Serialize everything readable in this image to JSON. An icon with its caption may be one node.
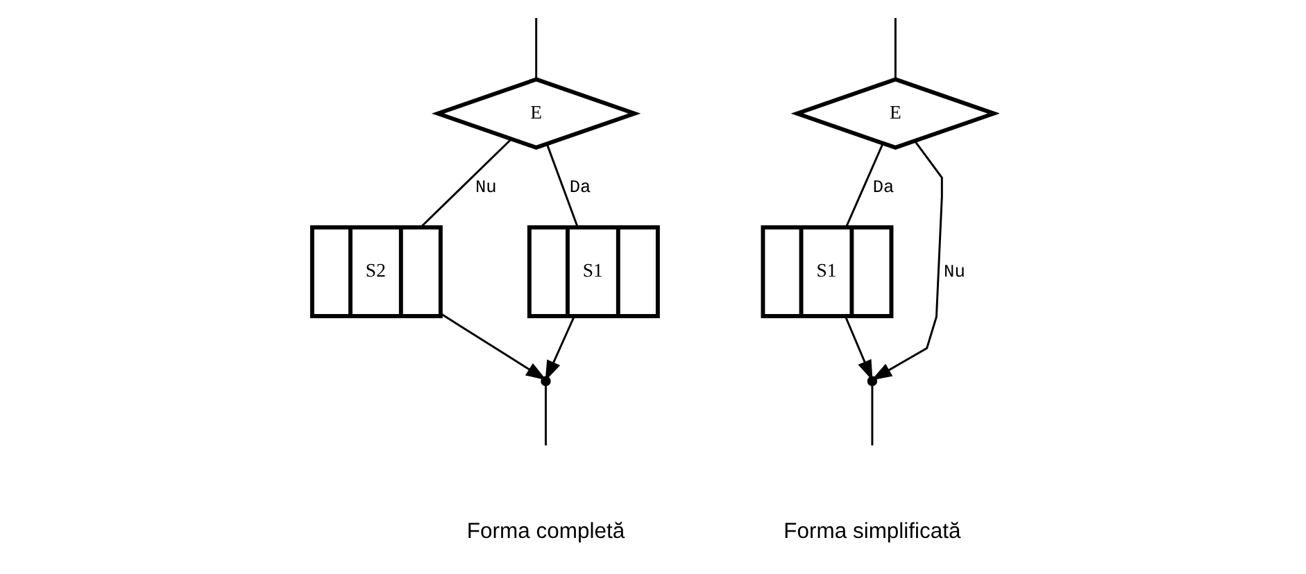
{
  "diagram": {
    "nodes": [
      {
        "text": [
          "E"
        ]
      },
      {
        "text": [
          "S2"
        ]
      },
      {
        "text": [
          "S1"
        ]
      },
      {
        "text": [],
        "shape": "point"
      },
      {
        "text": [
          "E"
        ]
      },
      {
        "text": [
          "S1"
        ]
      },
      {
        "text": [],
        "shape": "point"
      }
    ],
    "edges": [
      {
        "from": null,
        "to": 0,
        "arrow": "none"
      },
      {
        "from": 0,
        "to": 1,
        "label": "Nu",
        "arrow": "none"
      },
      {
        "from": 0,
        "to": 2,
        "label": "Da",
        "arrow": "none"
      },
      {
        "from": 1,
        "to": 3,
        "arrow": "to"
      },
      {
        "from": 2,
        "to": 3,
        "arrow": "to"
      },
      {
        "from": 3,
        "to": null,
        "arrow": "none"
      },
      {
        "from": null,
        "to": 4,
        "arrow": "none"
      },
      {
        "from": 4,
        "to": 6,
        "label": "Nu",
        "arrow": "to"
      },
      {
        "from": 4,
        "to": 5,
        "label": "Da",
        "arrow": "none"
      },
      {
        "from": 5,
        "to": 6,
        "arrow": "to"
      },
      {
        "from": 6,
        "to": null,
        "arrow": "none"
      }
    ],
    "labels": [
      "Forma completă",
      "Forma simplificată"
    ]
  }
}
